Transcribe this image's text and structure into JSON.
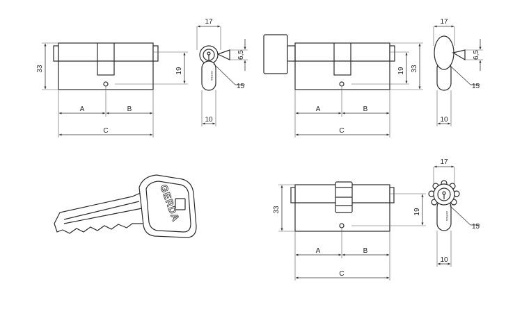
{
  "dimensions": {
    "height_total": "33",
    "height_pin": "19",
    "width_profile": "17",
    "slot_height": "6,5",
    "radius": "15",
    "bottom_width": "10",
    "length_a": "A",
    "length_b": "B",
    "length_c": "C"
  },
  "key": {
    "brand": "GERDA"
  },
  "cylinder_face": {
    "brand_small": "GERDA"
  }
}
